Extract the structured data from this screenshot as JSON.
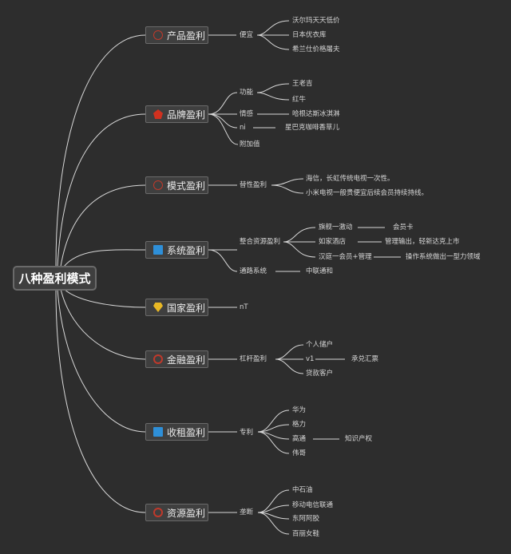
{
  "root": "八种盈利模式",
  "models": {
    "product": {
      "label": "产品盈利",
      "sub1": "便宜",
      "leaf1": "沃尔玛天天低价",
      "leaf2": "日本优衣库",
      "leaf3": "希兰仕价格屠夫"
    },
    "brand": {
      "label": "品牌盈利",
      "sub1": "功能",
      "leaf1": "王老吉",
      "leaf2": "红牛",
      "sub2": "情感",
      "leaf3": "哈根达斯冰淇淋",
      "sub3": "ni",
      "leaf4": "星巴克咖啡香草儿",
      "sub4": "附加值"
    },
    "pattern": {
      "label": "模式盈利",
      "sub1": "替性盈利",
      "leaf1": "海信，长虹传统电视一次性。",
      "leaf2": "小米电视一般贵便宜后续会员持续持线。"
    },
    "system": {
      "label": "系统盈利",
      "sub1": "整合资源盈利",
      "leaf1": "旗舰一激动",
      "leaf1b": "会员卡",
      "leaf2": "如家酒店",
      "leaf2b": "管理输出，轻新达克上市",
      "leaf3": "汉庭一会员+管理",
      "leaf3b": "操作系统做出一型力领域",
      "sub2": "通路系统",
      "leaf4": "中联通和"
    },
    "national": {
      "label": "国家盈利",
      "sub1": "nT"
    },
    "finance": {
      "label": "金融盈利",
      "sub1": "杠杆盈利",
      "leaf1": "个人储户",
      "leaf2": "v1",
      "leaf2b": "承兑汇票",
      "leaf3": "贷款客户"
    },
    "rent": {
      "label": "收租盈利",
      "sub1": "专利",
      "leaf1": "华为",
      "leaf2": "格力",
      "leaf3": "高通",
      "leaf3b": "知识产权",
      "leaf4": "伟哥"
    },
    "resource": {
      "label": "资源盈利",
      "sub1": "垄断",
      "leaf1": "中石油",
      "leaf2": "移动电信联通",
      "leaf3": "东阿阿胶",
      "leaf4": "百丽女鞋"
    }
  }
}
